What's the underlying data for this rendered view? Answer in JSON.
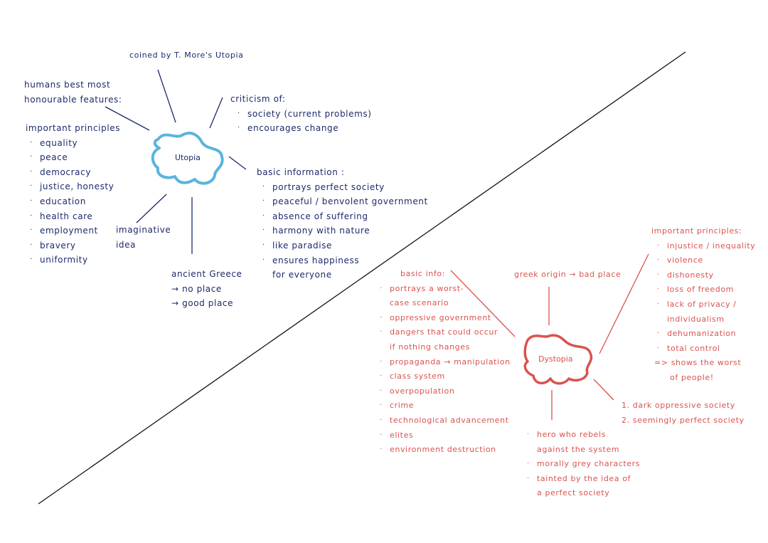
{
  "colors": {
    "utopia_ink": "#1d2a6b",
    "utopia_blob": "#5ab4dc",
    "dystopia_ink": "#d9534f",
    "divider": "#111111"
  },
  "utopia": {
    "center": "Utopia",
    "coined": "coined by T. More's Utopia",
    "features": [
      "humans best most",
      "honourable features:"
    ],
    "criticism": {
      "title": "criticism of:",
      "items": [
        "society (current problems)",
        "encourages change"
      ]
    },
    "principles": {
      "title": "important principles",
      "items": [
        "equality",
        "peace",
        "democracy",
        "justice, honesty",
        "education",
        "health care",
        "employment",
        "bravery",
        "uniformity"
      ]
    },
    "imaginative": [
      "imaginative",
      "idea"
    ],
    "greece": {
      "title": "ancient Greece",
      "items": [
        "→ no place",
        "→ good place"
      ]
    },
    "basic": {
      "title": "basic information :",
      "items": [
        "portrays perfect society",
        "peaceful / benvolent government",
        "absence of suffering",
        "harmony with nature",
        "like paradise",
        "ensures happiness"
      ],
      "tail": "for everyone"
    }
  },
  "dystopia": {
    "center": "Dystopia",
    "origin": "greek origin → bad place",
    "basic": {
      "title": "basic info:",
      "items": [
        "portrays a worst-",
        "oppressive government",
        "dangers that could occur",
        "propaganda → manipulation",
        "class system",
        "overpopulation",
        "crime",
        "technological advancement",
        "elites",
        "environment destruction"
      ],
      "continuations": [
        "case scenario",
        "if nothing changes"
      ]
    },
    "principles": {
      "title": "important principles:",
      "items": [
        "injustice / inequality",
        "violence",
        "dishonesty",
        "loss of freedom",
        "lack of privacy /",
        "dehumanization",
        "total control"
      ],
      "continuation": "individualism",
      "conclusion": [
        "=> shows the worst",
        "of people!"
      ]
    },
    "types": [
      "1. dark oppressive society",
      "2. seemingly perfect society"
    ],
    "characters": {
      "items": [
        "hero who rebels",
        "morally grey characters",
        "tainted by the idea of"
      ],
      "continuations": [
        "against the system",
        "a perfect society"
      ]
    }
  }
}
